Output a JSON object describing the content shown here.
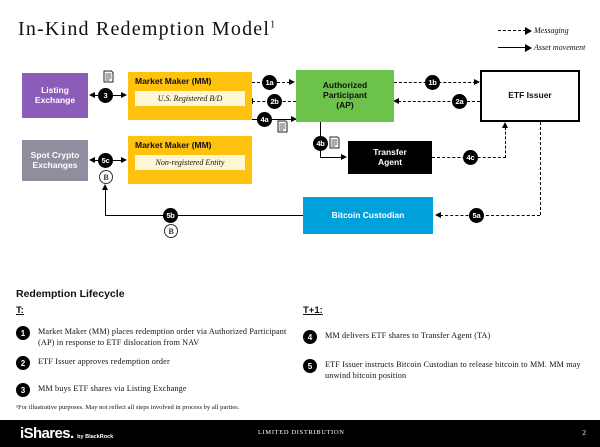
{
  "slide": {
    "title": "In-Kind Redemption Model",
    "title_footnote_marker": "1"
  },
  "legend": {
    "items": [
      {
        "label": "Messaging",
        "style": "dashed",
        "icon": "dashed-arrow-icon"
      },
      {
        "label": "Asset movement",
        "style": "solid",
        "icon": "solid-arrow-icon"
      }
    ]
  },
  "diagram": {
    "nodes": {
      "listing_exchange": {
        "line1": "Listing",
        "line2": "Exchange",
        "color": "#8B5CB8"
      },
      "spot_crypto": {
        "line1": "Spot Crypto",
        "line2": "Exchanges",
        "color": "#8E8E9E"
      },
      "market_maker_1": {
        "title": "Market Maker (MM)",
        "subtitle": "U.S. Registered B/D",
        "color": "#FFC20E"
      },
      "market_maker_2": {
        "title": "Market Maker (MM)",
        "subtitle": "Non-registered Entity",
        "color": "#FFC20E"
      },
      "authorized_participant": {
        "line1": "Authorized",
        "line2": "Participant",
        "line3": "(AP)",
        "color": "#6CC24A"
      },
      "etf_issuer": {
        "label": "ETF Issuer",
        "color": "#FFFFFF"
      },
      "transfer_agent": {
        "line1": "Transfer",
        "line2": "Agent",
        "color": "#000000"
      },
      "bitcoin_custodian": {
        "label": "Bitcoin Custodian",
        "color": "#00A0DB"
      }
    },
    "flow_badges": {
      "b1a": "1a",
      "b1b": "1b",
      "b2a": "2a",
      "b2b": "2b",
      "b3": "3",
      "b4a": "4a",
      "b4b": "4b",
      "b4c": "4c",
      "b5a": "5a",
      "b5b": "5b",
      "b5c": "5c"
    },
    "icons": {
      "document": "document-icon",
      "bitcoin": "B"
    }
  },
  "lifecycle": {
    "heading": "Redemption Lifecycle",
    "columns": [
      {
        "header": "T:",
        "steps": [
          {
            "num": "1",
            "text": "Market Maker (MM) places redemption order via Authorized Participant (AP) in response to ETF dislocation from NAV"
          },
          {
            "num": "2",
            "text": "ETF Issuer approves redemption order"
          },
          {
            "num": "3",
            "text": "MM buys ETF shares via Listing Exchange"
          }
        ]
      },
      {
        "header": "T+1:",
        "steps": [
          {
            "num": "4",
            "text": "MM delivers ETF shares to Transfer Agent (TA)"
          },
          {
            "num": "5",
            "text": "ETF Issuer instructs Bitcoin Custodian to release bitcoin to MM. MM may unwind bitcoin position"
          }
        ]
      }
    ]
  },
  "footnote": "¹For illustrative purposes. May not reflect all steps involved in process by all parties.",
  "footer": {
    "brand": "iShares",
    "brand_dot": ".",
    "brand_by": "by BlackRock",
    "center_text": "LIMITED DISTRIBUTION",
    "page_number": "2"
  }
}
